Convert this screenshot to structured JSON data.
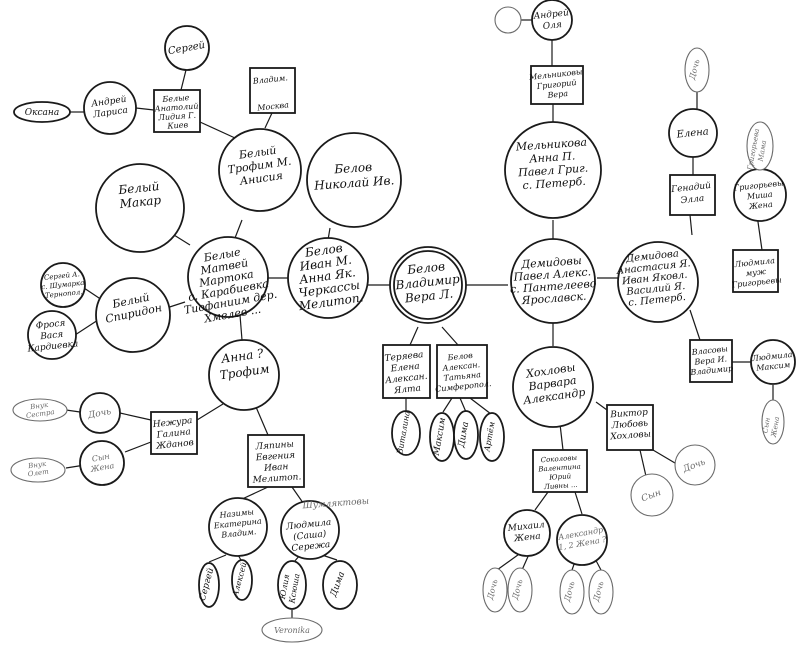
{
  "nodes": [
    {
      "id": "belye_matvei",
      "lines": [
        "Белые",
        "Матвей",
        "Мартока",
        "с. Карабиевка",
        "Тиофаниим дер.",
        "Хмелев ..."
      ]
    },
    {
      "id": "belov_ivan",
      "lines": [
        "Белов",
        "Иван М.",
        "Анна Як.",
        "Черкассы",
        "Мелитоп."
      ]
    },
    {
      "id": "belov_vladimir",
      "lines": [
        "Белов",
        "Владимир",
        "Вера Л."
      ]
    },
    {
      "id": "demidovy_pavel",
      "lines": [
        "Демидовы",
        "Павел Алекс.",
        "с. Пантелеево",
        "Ярославск."
      ]
    },
    {
      "id": "demidova_anastasia",
      "lines": [
        "Демидова",
        "Анастасия Я.",
        "Иван Яковл.",
        "Василий Я.",
        "с. Петерб."
      ]
    },
    {
      "id": "belov_nikolai",
      "lines": [
        "Белов",
        "Николай Ив."
      ]
    },
    {
      "id": "belyi_trofim",
      "lines": [
        "Белый",
        "Трофим М.",
        "Анисия"
      ]
    },
    {
      "id": "belyi_makar",
      "lines": [
        "Белый",
        "Макар"
      ]
    },
    {
      "id": "belyi_spiridon",
      "lines": [
        "Белый",
        "Спиридон"
      ]
    },
    {
      "id": "anna_trofim",
      "lines": [
        "Анна ?",
        "Трофим"
      ]
    },
    {
      "id": "melnikovy_anna",
      "lines": [
        "Мельникова",
        "Анна П.",
        "Павел Григ.",
        "с. Петерб."
      ]
    },
    {
      "id": "khokhlovy_varvara",
      "lines": [
        "Хохловы",
        "Варвара",
        "Александр"
      ]
    },
    {
      "id": "sergei_top",
      "lines": [
        "Сергей"
      ]
    },
    {
      "id": "andrei_larisa",
      "lines": [
        "Андрей",
        "Лариса"
      ]
    },
    {
      "id": "oksana",
      "lines": [
        "Оксана"
      ]
    },
    {
      "id": "belye_anatolii",
      "lines": [
        "Белые",
        "Анатолий",
        "Лидия Г.",
        "Киев"
      ]
    },
    {
      "id": "vladim",
      "lines": [
        "Владим.",
        "Москва"
      ]
    },
    {
      "id": "sergei_left",
      "lines": [
        "Сергей А.",
        "с. Шумарка",
        "Тернопол."
      ]
    },
    {
      "id": "frosya_vasya",
      "lines": [
        "Фрося",
        "Вася",
        "Кардиевка"
      ]
    },
    {
      "id": "vnuk_sestra",
      "lines": [
        "Внук",
        "Сестра"
      ]
    },
    {
      "id": "doch_left",
      "lines": [
        "Дочь"
      ]
    },
    {
      "id": "vnuk_olet",
      "lines": [
        "Внук",
        "Олет"
      ]
    },
    {
      "id": "syn_zhena",
      "lines": [
        "Сын",
        "Жена"
      ]
    },
    {
      "id": "nezhura_galina",
      "lines": [
        "Нежура",
        "Галина",
        "Жданов"
      ]
    },
    {
      "id": "lyapiny_evgeniya",
      "lines": [
        "Ляпины",
        "Евгения",
        "Иван",
        "Мелитоп."
      ]
    },
    {
      "id": "nazimy_ekaterina",
      "lines": [
        "Назимы",
        "Екатерина",
        "Владим."
      ]
    },
    {
      "id": "shumlyaktovy_lyudmila",
      "lines": [
        "Людмила",
        "(Саша)",
        "Сережа"
      ]
    },
    {
      "id": "shumlyaktovy_label",
      "lines": [
        "Шумляктовы"
      ]
    },
    {
      "id": "sergei_bottom",
      "lines": [
        "Сергей"
      ]
    },
    {
      "id": "aleksei_bottom",
      "lines": [
        "Алексей"
      ]
    },
    {
      "id": "yuliya_ksyusha",
      "lines": [
        "Юлия",
        "Ксюша"
      ]
    },
    {
      "id": "dima_bottom",
      "lines": [
        "Дима"
      ]
    },
    {
      "id": "veronika",
      "lines": [
        "Veronika"
      ]
    },
    {
      "id": "teryaeva_elena",
      "lines": [
        "Теряева",
        "Елена",
        "Алексан.",
        "Ялта"
      ]
    },
    {
      "id": "belov_aleksandr",
      "lines": [
        "Белов",
        "Алексан.",
        "Татьяна",
        "Симферопол."
      ]
    },
    {
      "id": "vitalina",
      "lines": [
        "Виталина"
      ]
    },
    {
      "id": "maksim_mid",
      "lines": [
        "Максим"
      ]
    },
    {
      "id": "dima_mid",
      "lines": [
        "Дима"
      ]
    },
    {
      "id": "artem",
      "lines": [
        "Артём"
      ]
    },
    {
      "id": "andrei_olya",
      "lines": [
        "Андрей",
        "Оля"
      ]
    },
    {
      "id": "melnikovy_grigorii",
      "lines": [
        "Мельниковы",
        "Григорий",
        "Вера"
      ]
    },
    {
      "id": "sokolovy_valentina",
      "lines": [
        "Соколовы",
        "Валентина",
        "Юрий",
        "Ливны ..."
      ]
    },
    {
      "id": "viktor_lyubov",
      "lines": [
        "Виктор",
        "Любовь",
        "Хохловы"
      ]
    },
    {
      "id": "doch_right",
      "lines": [
        "Дочь"
      ]
    },
    {
      "id": "syn_right",
      "lines": [
        "Сын"
      ]
    },
    {
      "id": "mikhail_zhena",
      "lines": [
        "Михаил",
        "Жена"
      ]
    },
    {
      "id": "aleksandr_zhena",
      "lines": [
        "Александр",
        "1, 2 Жена ?"
      ]
    },
    {
      "id": "doch_b1",
      "lines": [
        "Дочь"
      ]
    },
    {
      "id": "doch_b2",
      "lines": [
        "Дочь"
      ]
    },
    {
      "id": "doch_b3",
      "lines": [
        "Дочь"
      ]
    },
    {
      "id": "doch_b4",
      "lines": [
        "Дочь"
      ]
    },
    {
      "id": "elena",
      "lines": [
        "Елена"
      ]
    },
    {
      "id": "doch_top_right",
      "lines": [
        "Дочь"
      ]
    },
    {
      "id": "genadii_ella",
      "lines": [
        "Генадий",
        "Элла"
      ]
    },
    {
      "id": "grigorievy_misha",
      "lines": [
        "Григорьевы",
        "Миша",
        "Жена"
      ]
    },
    {
      "id": "grigorieva_mama",
      "lines": [
        "Григорьева",
        "Мама"
      ]
    },
    {
      "id": "lyudmila_grigorievy",
      "lines": [
        "Людмила",
        "муж",
        "Григорьевы"
      ]
    },
    {
      "id": "vlasovy_vera",
      "lines": [
        "Власовы",
        "Вера И.",
        "Владимир"
      ]
    },
    {
      "id": "lyudmila_maksim",
      "lines": [
        "Людмила",
        "Максим"
      ]
    },
    {
      "id": "syn_zhena_right",
      "lines": [
        "Сын",
        "Жена"
      ]
    }
  ]
}
